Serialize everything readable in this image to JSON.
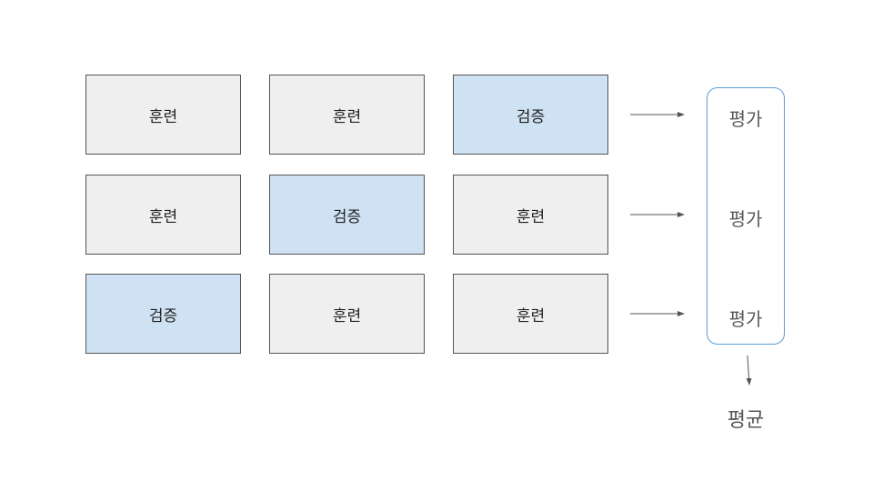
{
  "diagram": {
    "rows": [
      {
        "cells": [
          {
            "label": "훈련",
            "kind": "train"
          },
          {
            "label": "훈련",
            "kind": "train"
          },
          {
            "label": "검증",
            "kind": "validation"
          }
        ],
        "result": "평가"
      },
      {
        "cells": [
          {
            "label": "훈련",
            "kind": "train"
          },
          {
            "label": "검증",
            "kind": "validation"
          },
          {
            "label": "훈련",
            "kind": "train"
          }
        ],
        "result": "평가"
      },
      {
        "cells": [
          {
            "label": "검증",
            "kind": "validation"
          },
          {
            "label": "훈련",
            "kind": "train"
          },
          {
            "label": "훈련",
            "kind": "train"
          }
        ],
        "result": "평가"
      }
    ],
    "aggregate": "평균",
    "colors": {
      "train_fill": "#efefef",
      "validation_fill": "#cfe2f3",
      "box_border": "#555555",
      "group_border": "#5b9bd5",
      "arrow": "#555555",
      "label_text": "#595959"
    }
  }
}
